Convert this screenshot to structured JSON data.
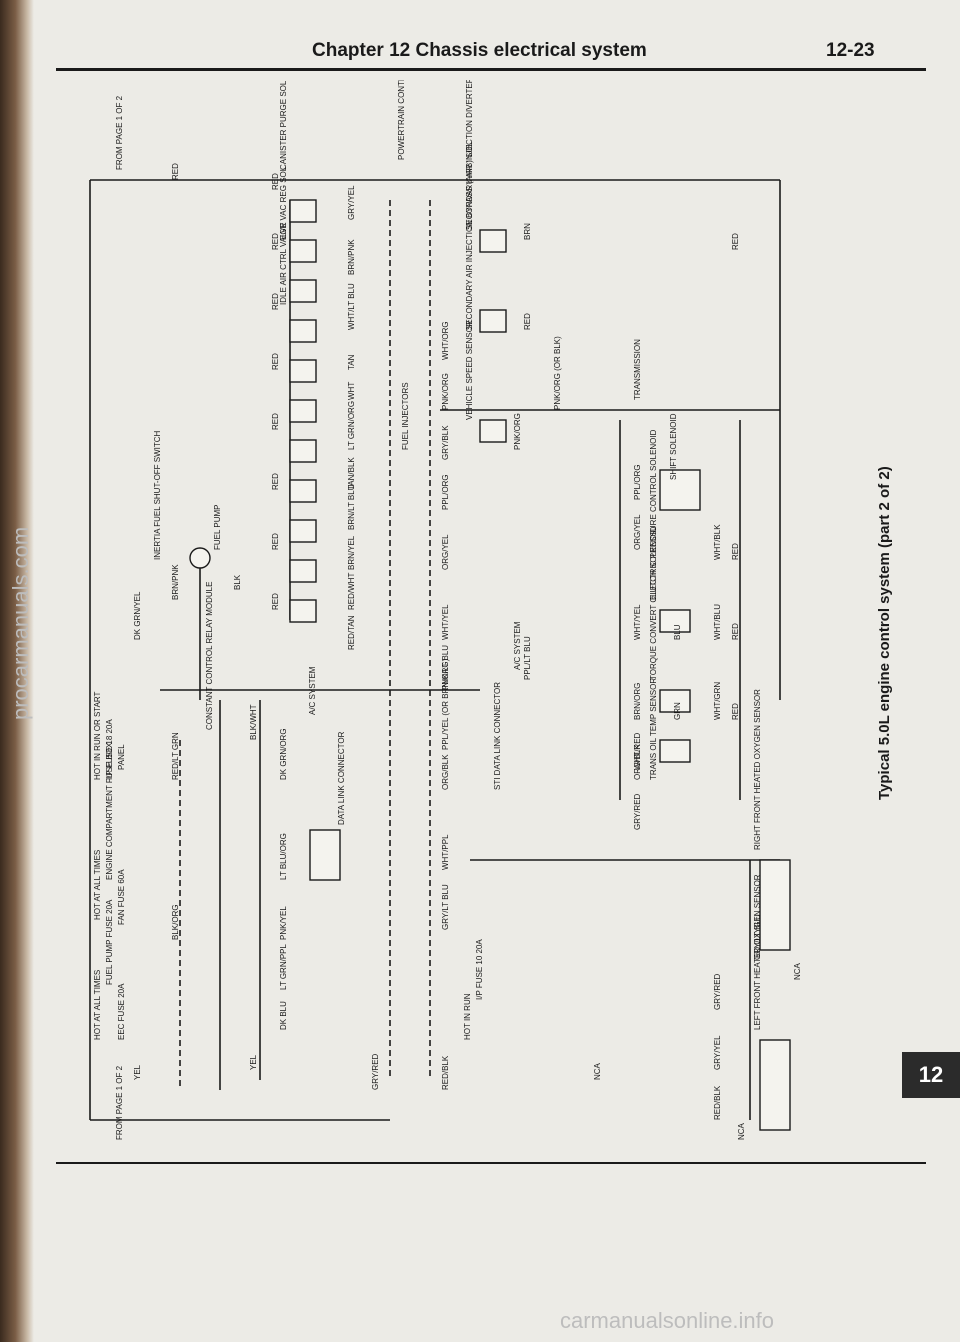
{
  "header": {
    "title": "Chapter 12  Chassis electrical system",
    "page_number": "12-23"
  },
  "caption": "Typical 5.0L engine control system (part 2 of 2)",
  "tab_label": "12",
  "watermarks": {
    "left": "procarmanuals.com",
    "bottom": "carmanualsonline.info"
  },
  "diagram": {
    "components": {
      "from_top": "FROM PAGE 1 OF 2",
      "from_bottom": "FROM PAGE 1 OF 2",
      "hot_run_start": "HOT IN RUN OR START",
      "ip_fuse_18": "I/P FUSE 18 20A",
      "ip_fuse_10": "I/P FUSE 10 20A",
      "ip_panel": "PANEL",
      "hot_at_all_times_1": "HOT AT ALL TIMES",
      "hot_at_all_times_2": "HOT AT ALL TIMES",
      "engine_compartment_fuse_box": "ENGINE COMPARTMENT FUSE BOX",
      "fan_fuse": "FAN FUSE 60A",
      "fuel_pump_fuse": "FUEL PUMP FUSE 20A",
      "eec_fuse": "EEC FUSE 20A",
      "hot_in_run": "HOT IN RUN",
      "constant_control_relay": "CONSTANT CONTROL RELAY MODULE",
      "inertia_switch": "INERTIA FUEL SHUT-OFF SWITCH",
      "fuel_pump": "FUEL PUMP",
      "canister_purge": "CANISTER PURGE SOLENOID",
      "egr_vac_reg": "EGR VAC REG SOL",
      "idle_air_ctrl": "IDLE AIR CTRL VALVE",
      "fuel_injectors": "FUEL INJECTORS",
      "pcm": "POWERTRAIN CONTROL MODULE",
      "secondary_air_diverter": "SECONDARY AIR INJECTION DIVERTER (AIRD) SOL",
      "secondary_air_bypass": "SECONDARY AIR INJECTION BYPASS (AIRB) SOL",
      "vehicle_speed_sensor": "VEHICLE SPEED SENSOR",
      "transmission": "TRANSMISSION",
      "shift_solenoid": "SHIFT SOLENOID",
      "epc_solenoid": "ELECTRIC PRESSURE CONTROL SOLENOID",
      "tcc_solenoid": "TORQUE CONVERT CLUTCH SOLENOID",
      "trans_oil_temp": "TRANS OIL TEMP SENSOR",
      "ac_system_1": "A/C SYSTEM",
      "ac_system_2": "A/C SYSTEM",
      "data_link_1": "DATA LINK CONNECTOR",
      "data_link_2": "STI DATA LINK CONNECTOR",
      "right_o2": "RIGHT FRONT HEATED OXYGEN SENSOR",
      "left_o2": "LEFT FRONT HEATED OXYGEN SENSOR"
    },
    "wire_colors": {
      "red": "RED",
      "yel": "YEL",
      "brn": "BRN",
      "tan": "TAN",
      "wht": "WHT",
      "grn": "GRN",
      "blu": "BLU",
      "nca": "NCA",
      "blk": "BLK",
      "dk_grn_yel": "DK GRN/YEL",
      "brn_pnk": "BRN/PNK",
      "gry_yel": "GRY/YEL",
      "wht_lt_blu": "WHT/LT BLU",
      "lt_grn_org": "LT GRN/ORG",
      "tan_blk": "TAN/BLK",
      "brn_lt_blu": "BRN/LT BLU",
      "brn_yel": "BRN/YEL",
      "red_wht": "RED/WHT",
      "red_tan": "RED/TAN",
      "wht_org": "WHT/ORG",
      "pnk_org": "PNK/ORG",
      "gry_blk": "GRY/BLK",
      "ppl_org": "PPL/ORG",
      "org_yel": "ORG/YEL",
      "wht_yel": "WHT/YEL",
      "pnk_lt_blu": "PNK/LT BLU",
      "ppl_yel": "PPL/YEL (OR BRN/ORG)",
      "org_blk": "ORG/BLK",
      "wht_ppl": "WHT/PPL",
      "gry_lt_blu": "GRY/LT BLU",
      "red_blk": "RED/BLK",
      "gry_red": "GRY/RED",
      "blk_org": "BLK/ORG",
      "blk_wht": "BLK/WHT",
      "dk_grn_org": "DK GRN/ORG",
      "lt_blu_org": "LT BLU/ORG",
      "pnk_yel": "PNK/YEL",
      "lt_grn_ppl": "LT GRN/PPL",
      "dk_blu": "DK BLU",
      "red_lt_grn": "RED/LT GRN",
      "wht_blk": "WHT/BLK",
      "wht_blu": "WHT/BLU",
      "wht_grn": "WHT/GRN",
      "wht_red": "WHT/RED",
      "brn_org": "BRN/ORG",
      "gry_lt_blu2": "GRY/LT BLU",
      "red_blk2": "RED/BLK",
      "gry_yel2": "GRY/YEL",
      "pnk_org_or_blk": "PNK/ORG (OR BLK)",
      "ppl_lt_blu": "PPL/LT BLU"
    }
  }
}
